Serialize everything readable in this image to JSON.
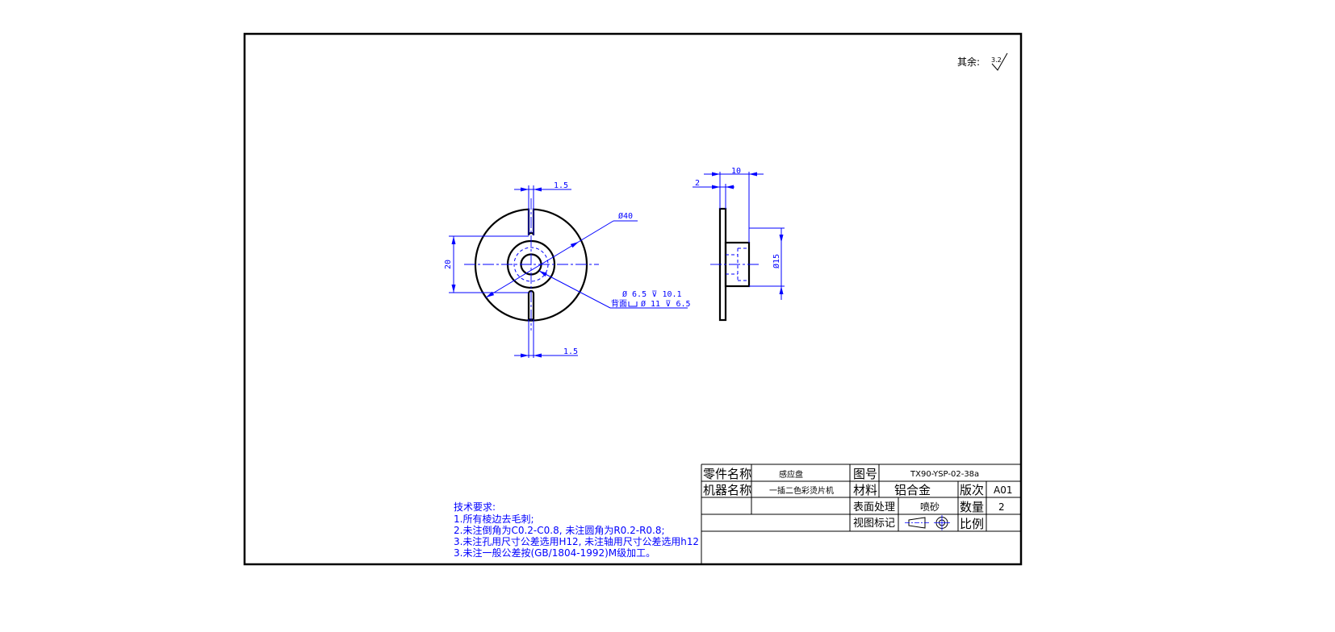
{
  "surface_note": {
    "label": "其余:",
    "roughness": "3.2"
  },
  "dimensions": {
    "front": {
      "slot_top": "1.5",
      "slot_bottom": "1.5",
      "outer_diameter": "Ø40",
      "height": "20",
      "hole_line1": "Ø 6.5  ⊽ 10.1",
      "hole_line2_prefix": "背面",
      "hole_line2": "Ø 11  ⊽ 6.5"
    },
    "side": {
      "total_width": "10",
      "flange_thickness": "2",
      "hub_diameter": "Ø15"
    }
  },
  "technical_requirements": {
    "title": "技术要求:",
    "items": [
      "1.所有棱边去毛刺;",
      "2.未注倒角为C0.2-C0.8, 未注圆角为R0.2-R0.8;",
      "3.未注孔用尺寸公差选用H12, 未注轴用尺寸公差选用h12",
      "3.未注一般公差按(GB/1804-1992)M级加工。"
    ]
  },
  "title_block": {
    "part_name_label": "零件名称",
    "part_name_value": "感应盘",
    "drawing_no_label": "图号",
    "drawing_no_value": "TX90-YSP-02-38a",
    "machine_name_label": "机器名称",
    "machine_name_value": "一插二色彩烫片机",
    "material_label": "材料",
    "material_value": "铝合金",
    "revision_label": "版次",
    "revision_value": "A01",
    "surface_label": "表面处理",
    "surface_value": "喷砂",
    "quantity_label": "数量",
    "quantity_value": "2",
    "view_mark_label": "视图标记",
    "scale_label": "比例",
    "scale_value": ""
  }
}
